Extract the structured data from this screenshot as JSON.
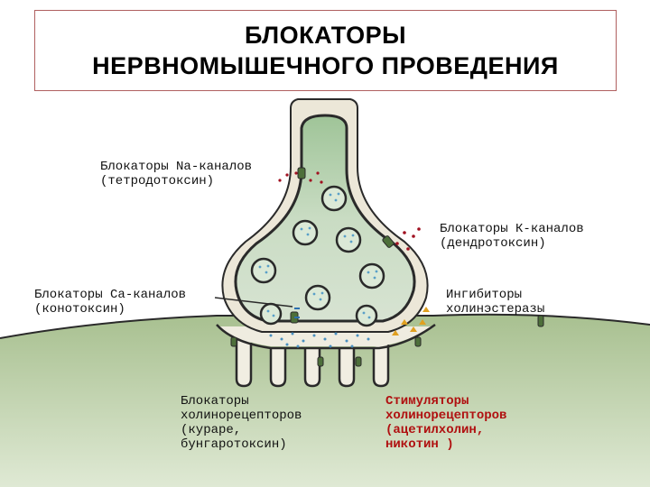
{
  "title": {
    "line1": "БЛОКАТОРЫ",
    "line2": "НЕРВНОМЫШЕЧНОГО ПРОВЕДЕНИЯ"
  },
  "labels": {
    "na_blockers": [
      "Блокаторы Na-каналов",
      "(тетродотоксин)"
    ],
    "k_blockers": [
      "Блокаторы К-каналов",
      "(дендротоксин)"
    ],
    "ca_blockers": [
      "Блокаторы Са-каналов",
      "(конотоксин)"
    ],
    "cholinesterase_inhibitors": [
      "Ингибиторы",
      "холинэстеразы"
    ],
    "receptor_blockers": [
      "Блокаторы",
      "холинорецепторов",
      "(кураре,",
      "бунгаротоксин)"
    ],
    "receptor_stimulators": [
      "Стимуляторы",
      "холинорецепторов",
      "(ацетилхолин,",
      "никотин )"
    ]
  },
  "colors": {
    "terminal_fill": "#c8dcc0",
    "terminal_outline": "#2a2a2a",
    "muscle_fill": "#aec49a",
    "vesicle_fill": "#d8e8d4",
    "stimulator_label": "#b01010"
  }
}
